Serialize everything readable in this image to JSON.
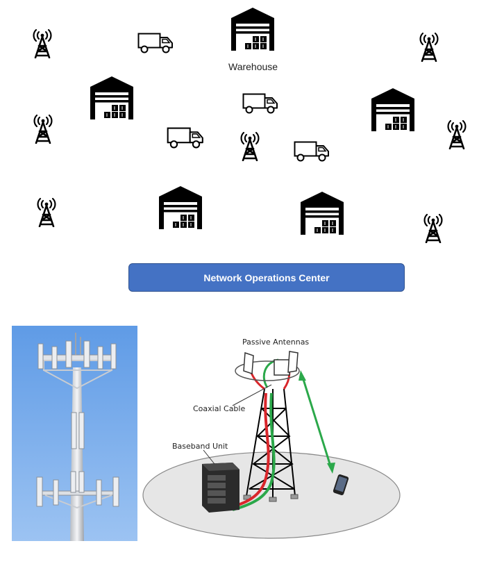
{
  "network_diagram": {
    "warehouse_label": "Warehouse",
    "noc_label": "Network Operations Center"
  },
  "antenna_diagram": {
    "passive_antennas_label": "Passive Antennas",
    "coaxial_cable_label": "Coaxial Cable",
    "baseband_unit_label": "Baseband Unit"
  },
  "colors": {
    "noc_fill": "#4472c4",
    "cable_red": "#d9262b",
    "cable_green": "#2ba84a",
    "sky_blue": "#6fa6e8"
  }
}
